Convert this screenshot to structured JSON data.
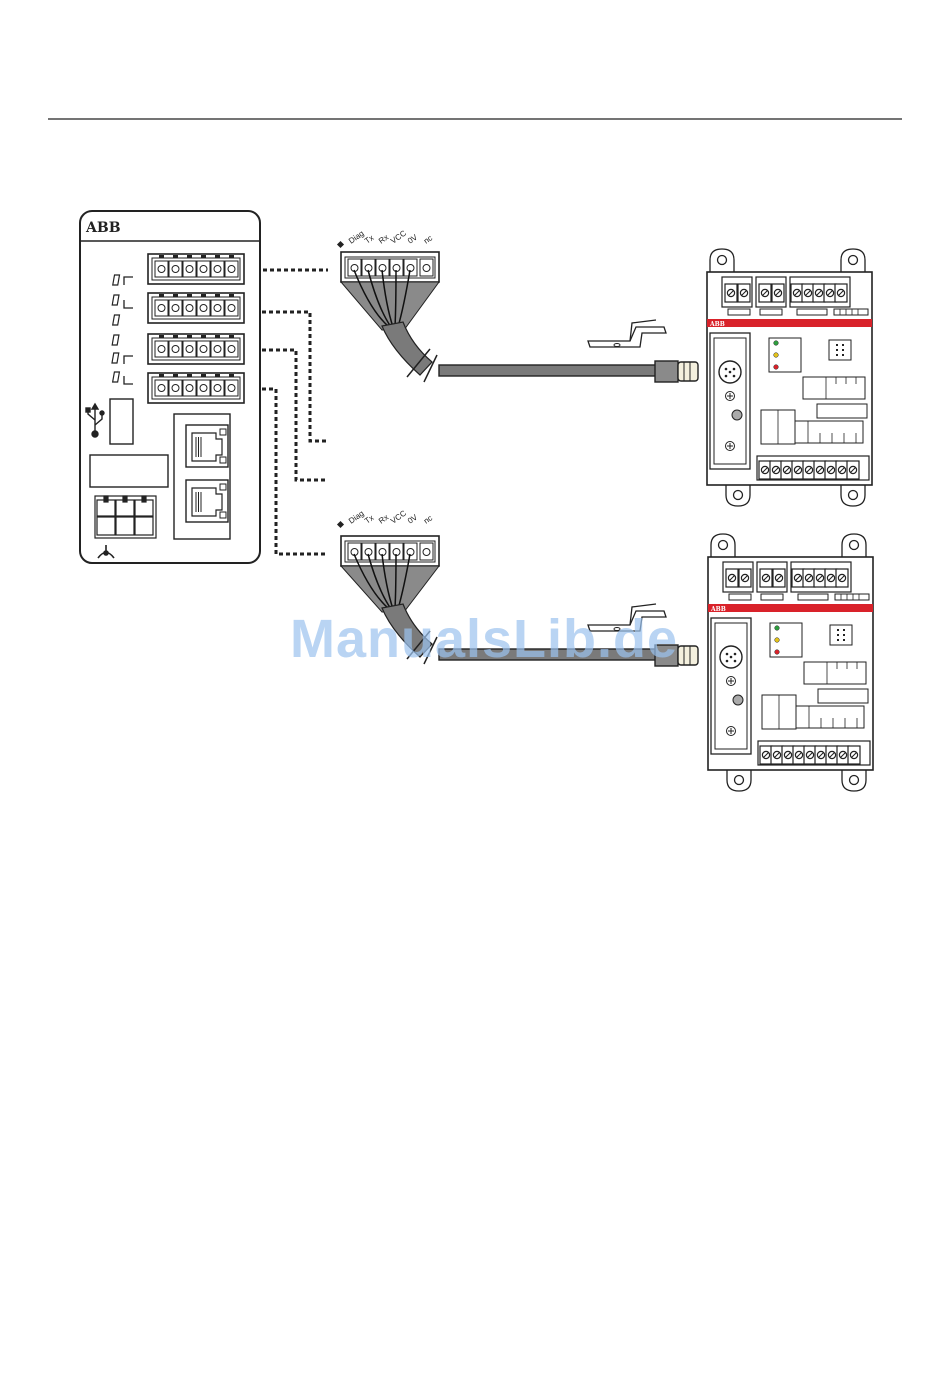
{
  "gateway": {
    "brand": "ABB"
  },
  "connector": {
    "pins": [
      "Diag",
      "Tx",
      "Rx",
      "VCC",
      "0V",
      "nc"
    ]
  },
  "module": {
    "brand": "ABB"
  },
  "watermark": "ManualsLib.de",
  "colors": {
    "line": "#222222",
    "cable": "#7a7a7a",
    "brand_red": "#d9222a",
    "led_green": "#2e9e3e",
    "led_yellow": "#e3c21a",
    "led_red": "#d9222a",
    "watermark": "#9cc3ef"
  }
}
